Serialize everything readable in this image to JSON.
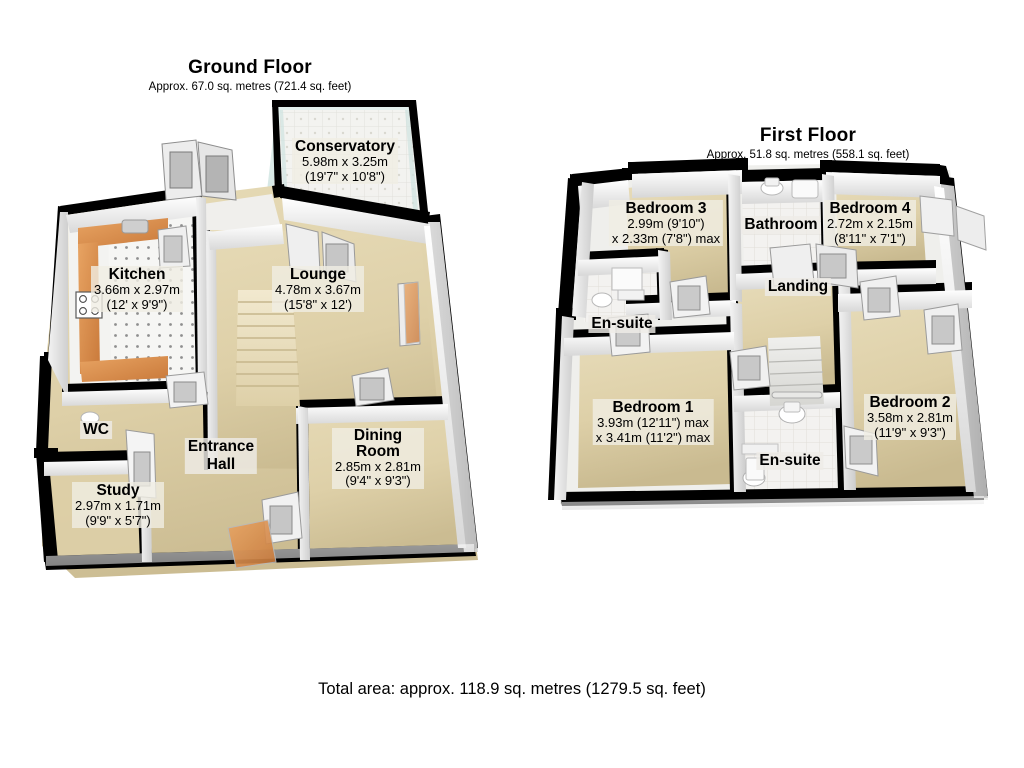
{
  "document": {
    "type": "floor-plan",
    "total_area_text": "Total area: approx. 118.9 sq. metres (1279.5 sq. feet)"
  },
  "palette": {
    "wall_outline": "#000000",
    "wall_face": "#ffffff",
    "wall_shade": "#d8d8d8",
    "carpet": "#ded0a8",
    "carpet_dark": "#cbbd92",
    "tile_floor": "#f2f1ee",
    "kitchen_unit": "#e09a53",
    "stairs": "#ece2c2",
    "glass": "#dcecea",
    "label_bg": "#f0ede4"
  },
  "floors": [
    {
      "id": "ground-floor",
      "title": "Ground Floor",
      "area_text": "Approx. 67.0 sq. metres (721.4 sq. feet)",
      "rooms": [
        {
          "id": "conservatory",
          "name": "Conservatory",
          "dim_metric": "5.98m x 3.25m",
          "dim_imperial": "(19'7\" x 10'8\")"
        },
        {
          "id": "kitchen",
          "name": "Kitchen",
          "dim_metric": "3.66m x 2.97m",
          "dim_imperial": "(12' x 9'9\")"
        },
        {
          "id": "lounge",
          "name": "Lounge",
          "dim_metric": "4.78m x 3.67m",
          "dim_imperial": "(15'8\" x 12')"
        },
        {
          "id": "study",
          "name": "Study",
          "dim_metric": "2.97m x 1.71m",
          "dim_imperial": "(9'9\" x 5'7\")"
        },
        {
          "id": "dining-room",
          "name_line1": "Dining",
          "name_line2": "Room",
          "dim_metric": "2.85m x 2.81m",
          "dim_imperial": "(9'4\" x 9'3\")"
        }
      ],
      "tags": [
        {
          "id": "wc",
          "label": "WC"
        },
        {
          "id": "entrance-hall-line1",
          "label": "Entrance"
        },
        {
          "id": "entrance-hall-line2",
          "label": "Hall"
        }
      ]
    },
    {
      "id": "first-floor",
      "title": "First Floor",
      "area_text": "Approx. 51.8 sq. metres (558.1 sq. feet)",
      "rooms": [
        {
          "id": "bedroom-3",
          "name": "Bedroom 3",
          "dim_metric": "2.99m (9'10\")",
          "dim_imperial": "x 2.33m (7'8\") max"
        },
        {
          "id": "bedroom-4",
          "name": "Bedroom 4",
          "dim_metric": "2.72m x 2.15m",
          "dim_imperial": "(8'11\" x 7'1\")"
        },
        {
          "id": "bedroom-1",
          "name": "Bedroom 1",
          "dim_metric": "3.93m (12'11\") max",
          "dim_imperial": "x 3.41m (11'2\") max"
        },
        {
          "id": "bedroom-2",
          "name": "Bedroom 2",
          "dim_metric": "3.58m x 2.81m",
          "dim_imperial": "(11'9\" x 9'3\")"
        }
      ],
      "tags": [
        {
          "id": "bathroom",
          "label": "Bathroom"
        },
        {
          "id": "landing",
          "label": "Landing"
        },
        {
          "id": "ensuite-1",
          "label": "En-suite"
        },
        {
          "id": "ensuite-2",
          "label": "En-suite"
        }
      ]
    }
  ]
}
